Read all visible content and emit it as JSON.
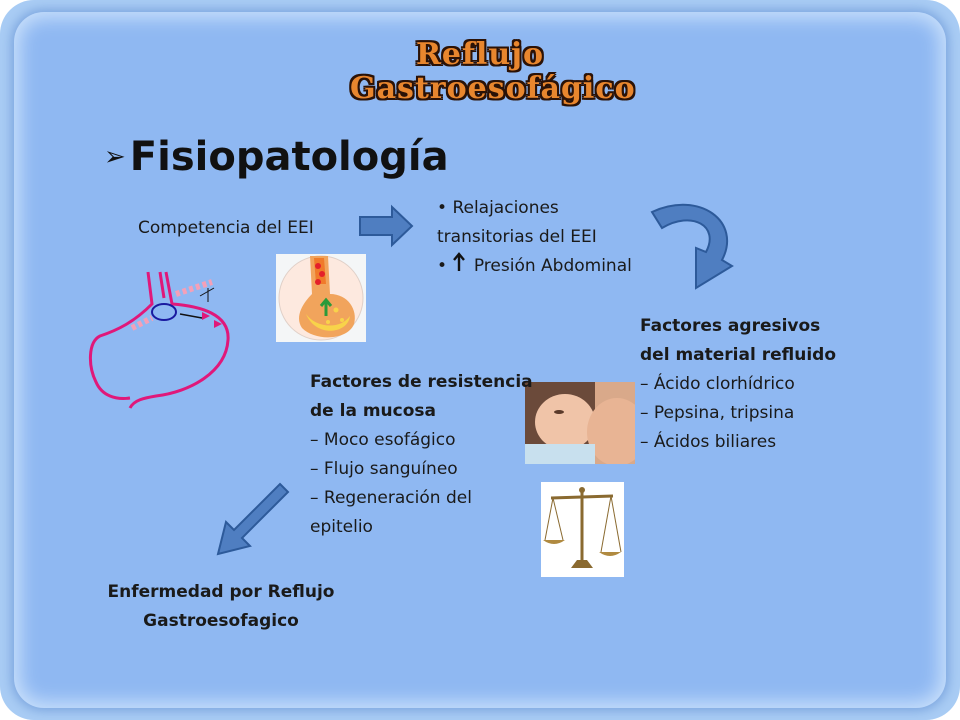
{
  "slide": {
    "title_line1": "Reflujo",
    "title_line2": "Gastroesofágico",
    "heading_bullet": "➢",
    "heading": "Fisiopatología",
    "competencia": "Competencia del EEI",
    "relajaciones_line1": "Relajaciones",
    "relajaciones_line2": "transitorias del EEI",
    "presion": "Presión Abdominal",
    "bullet_char": "•",
    "agresivos_title1": "Factores agresivos",
    "agresivos_title2": "del material refluido",
    "agresivos_items": [
      "– Ácido clorhídrico",
      "– Pepsina, tripsina",
      "– Ácidos biliares"
    ],
    "resistencia_title1": "Factores de resistencia",
    "resistencia_title2": "de la mucosa",
    "resistencia_items": [
      "– Moco esofágico",
      "– Flujo sanguíneo",
      "– Regeneración del",
      "epitelio"
    ],
    "enfermedad_line1": "Enfermedad por Reflujo",
    "enfermedad_line2": "Gastroesofagico"
  },
  "colors": {
    "arrow_fill": "#4f7ec1",
    "arrow_stroke": "#2d5a9a",
    "title_fill": "#e8862e",
    "stomach_pink": "#e0187a"
  }
}
